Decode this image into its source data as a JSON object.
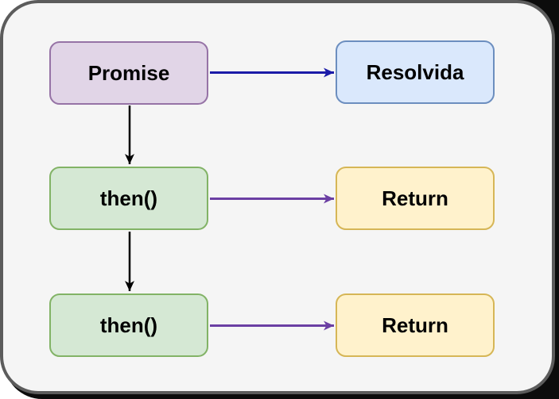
{
  "diagram": {
    "frame": {
      "fill": "#f5f5f5",
      "border_color": "#5c5c5c",
      "shadow_color": "#0c0c0c"
    },
    "nodes": [
      {
        "id": "promise",
        "label": "Promise",
        "fill": "#e1d5e7",
        "border": "#9673a6"
      },
      {
        "id": "resolvida",
        "label": "Resolvida",
        "fill": "#dae8fc",
        "border": "#6c8ebf"
      },
      {
        "id": "then1",
        "label": "then()",
        "fill": "#d5e8d4",
        "border": "#82b366"
      },
      {
        "id": "return1",
        "label": "Return",
        "fill": "#fff2cc",
        "border": "#d6b656"
      },
      {
        "id": "then2",
        "label": "then()",
        "fill": "#d5e8d4",
        "border": "#82b366"
      },
      {
        "id": "return2",
        "label": "Return",
        "fill": "#fff2cc",
        "border": "#d6b656"
      }
    ],
    "edges": [
      {
        "from": "promise",
        "to": "resolvida",
        "color": "#1b1ba8"
      },
      {
        "from": "promise",
        "to": "then1",
        "color": "#000000"
      },
      {
        "from": "then1",
        "to": "return1",
        "color": "#6b3fa3"
      },
      {
        "from": "then1",
        "to": "then2",
        "color": "#000000"
      },
      {
        "from": "then2",
        "to": "return2",
        "color": "#6b3fa3"
      }
    ]
  }
}
